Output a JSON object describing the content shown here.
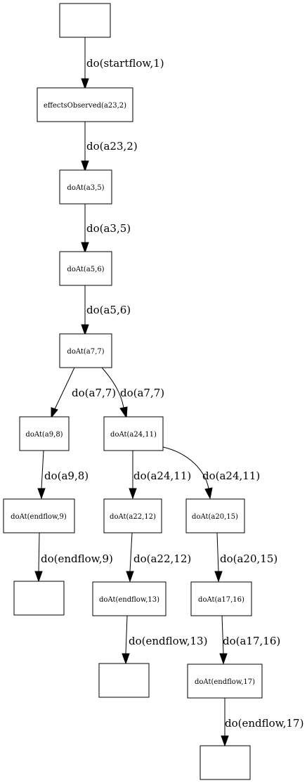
{
  "nodes": {
    "start": {
      "label": ""
    },
    "n_effects": {
      "label": "effectsObserved(a23,2)"
    },
    "n_a3": {
      "label": "doAt(a3,5)"
    },
    "n_a5": {
      "label": "doAt(a5,6)"
    },
    "n_a7": {
      "label": "doAt(a7,7)"
    },
    "n_a9": {
      "label": "doAt(a9,8)"
    },
    "n_a24": {
      "label": "doAt(a24,11)"
    },
    "n_end9": {
      "label": "doAt(endflow,9)"
    },
    "n_a22": {
      "label": "doAt(a22,12)"
    },
    "n_a20": {
      "label": "doAt(a20,15)"
    },
    "t1": {
      "label": ""
    },
    "n_end13": {
      "label": "doAt(endflow,13)"
    },
    "n_a17": {
      "label": "doAt(a17,16)"
    },
    "t2": {
      "label": ""
    },
    "n_end17": {
      "label": "doAt(endflow,17)"
    },
    "t3": {
      "label": ""
    }
  },
  "edges": [
    {
      "from": "start",
      "to": "n_effects",
      "label": "do(startflow,1)"
    },
    {
      "from": "n_effects",
      "to": "n_a3",
      "label": "do(a23,2)"
    },
    {
      "from": "n_a3",
      "to": "n_a5",
      "label": "do(a3,5)"
    },
    {
      "from": "n_a5",
      "to": "n_a7",
      "label": "do(a5,6)"
    },
    {
      "from": "n_a7",
      "to": "n_a9",
      "label": "do(a7,7)"
    },
    {
      "from": "n_a7",
      "to": "n_a24",
      "label": "do(a7,7)"
    },
    {
      "from": "n_a9",
      "to": "n_end9",
      "label": "do(a9,8)"
    },
    {
      "from": "n_a24",
      "to": "n_a22",
      "label": "do(a24,11)"
    },
    {
      "from": "n_a24",
      "to": "n_a20",
      "label": "do(a24,11)"
    },
    {
      "from": "n_end9",
      "to": "t1",
      "label": "do(endflow,9)"
    },
    {
      "from": "n_a22",
      "to": "n_end13",
      "label": "do(a22,12)"
    },
    {
      "from": "n_a20",
      "to": "n_a17",
      "label": "do(a20,15)"
    },
    {
      "from": "n_end13",
      "to": "t2",
      "label": "do(endflow,13)"
    },
    {
      "from": "n_a17",
      "to": "n_end17",
      "label": "do(a17,16)"
    },
    {
      "from": "n_end17",
      "to": "t3",
      "label": "do(endflow,17)"
    }
  ]
}
